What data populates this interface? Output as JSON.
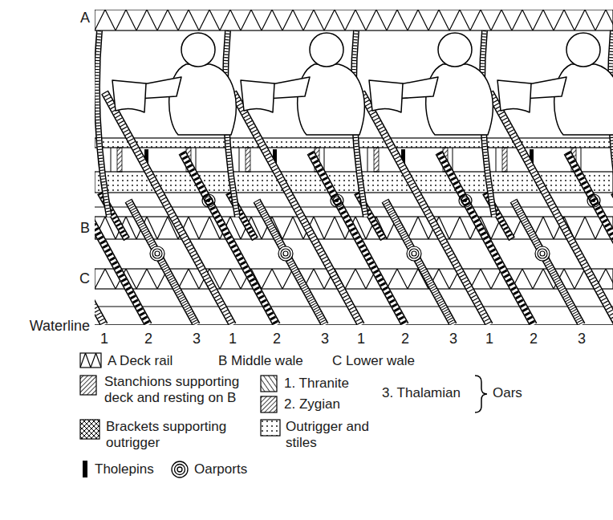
{
  "diagram": {
    "labels": [
      "A",
      "B",
      "C",
      "Waterline",
      "1",
      "2",
      "3",
      "1",
      "2",
      "3",
      "1",
      "2",
      "3",
      "1",
      "2",
      "3",
      "B Middle wale",
      "C Lower wale",
      "3. Thalamian",
      "Oars"
    ],
    "legend": [
      {
        "text": "A Deck rail"
      },
      {
        "text": "Stanchions supporting deck and resting on B"
      },
      {
        "text": "1. Thranite"
      },
      {
        "text": "2. Zygian"
      },
      {
        "text": "Brackets supporting outrigger"
      },
      {
        "text": "Outrigger and stiles"
      },
      {
        "text": "Tholepins"
      },
      {
        "text": "Oarports"
      }
    ]
  }
}
